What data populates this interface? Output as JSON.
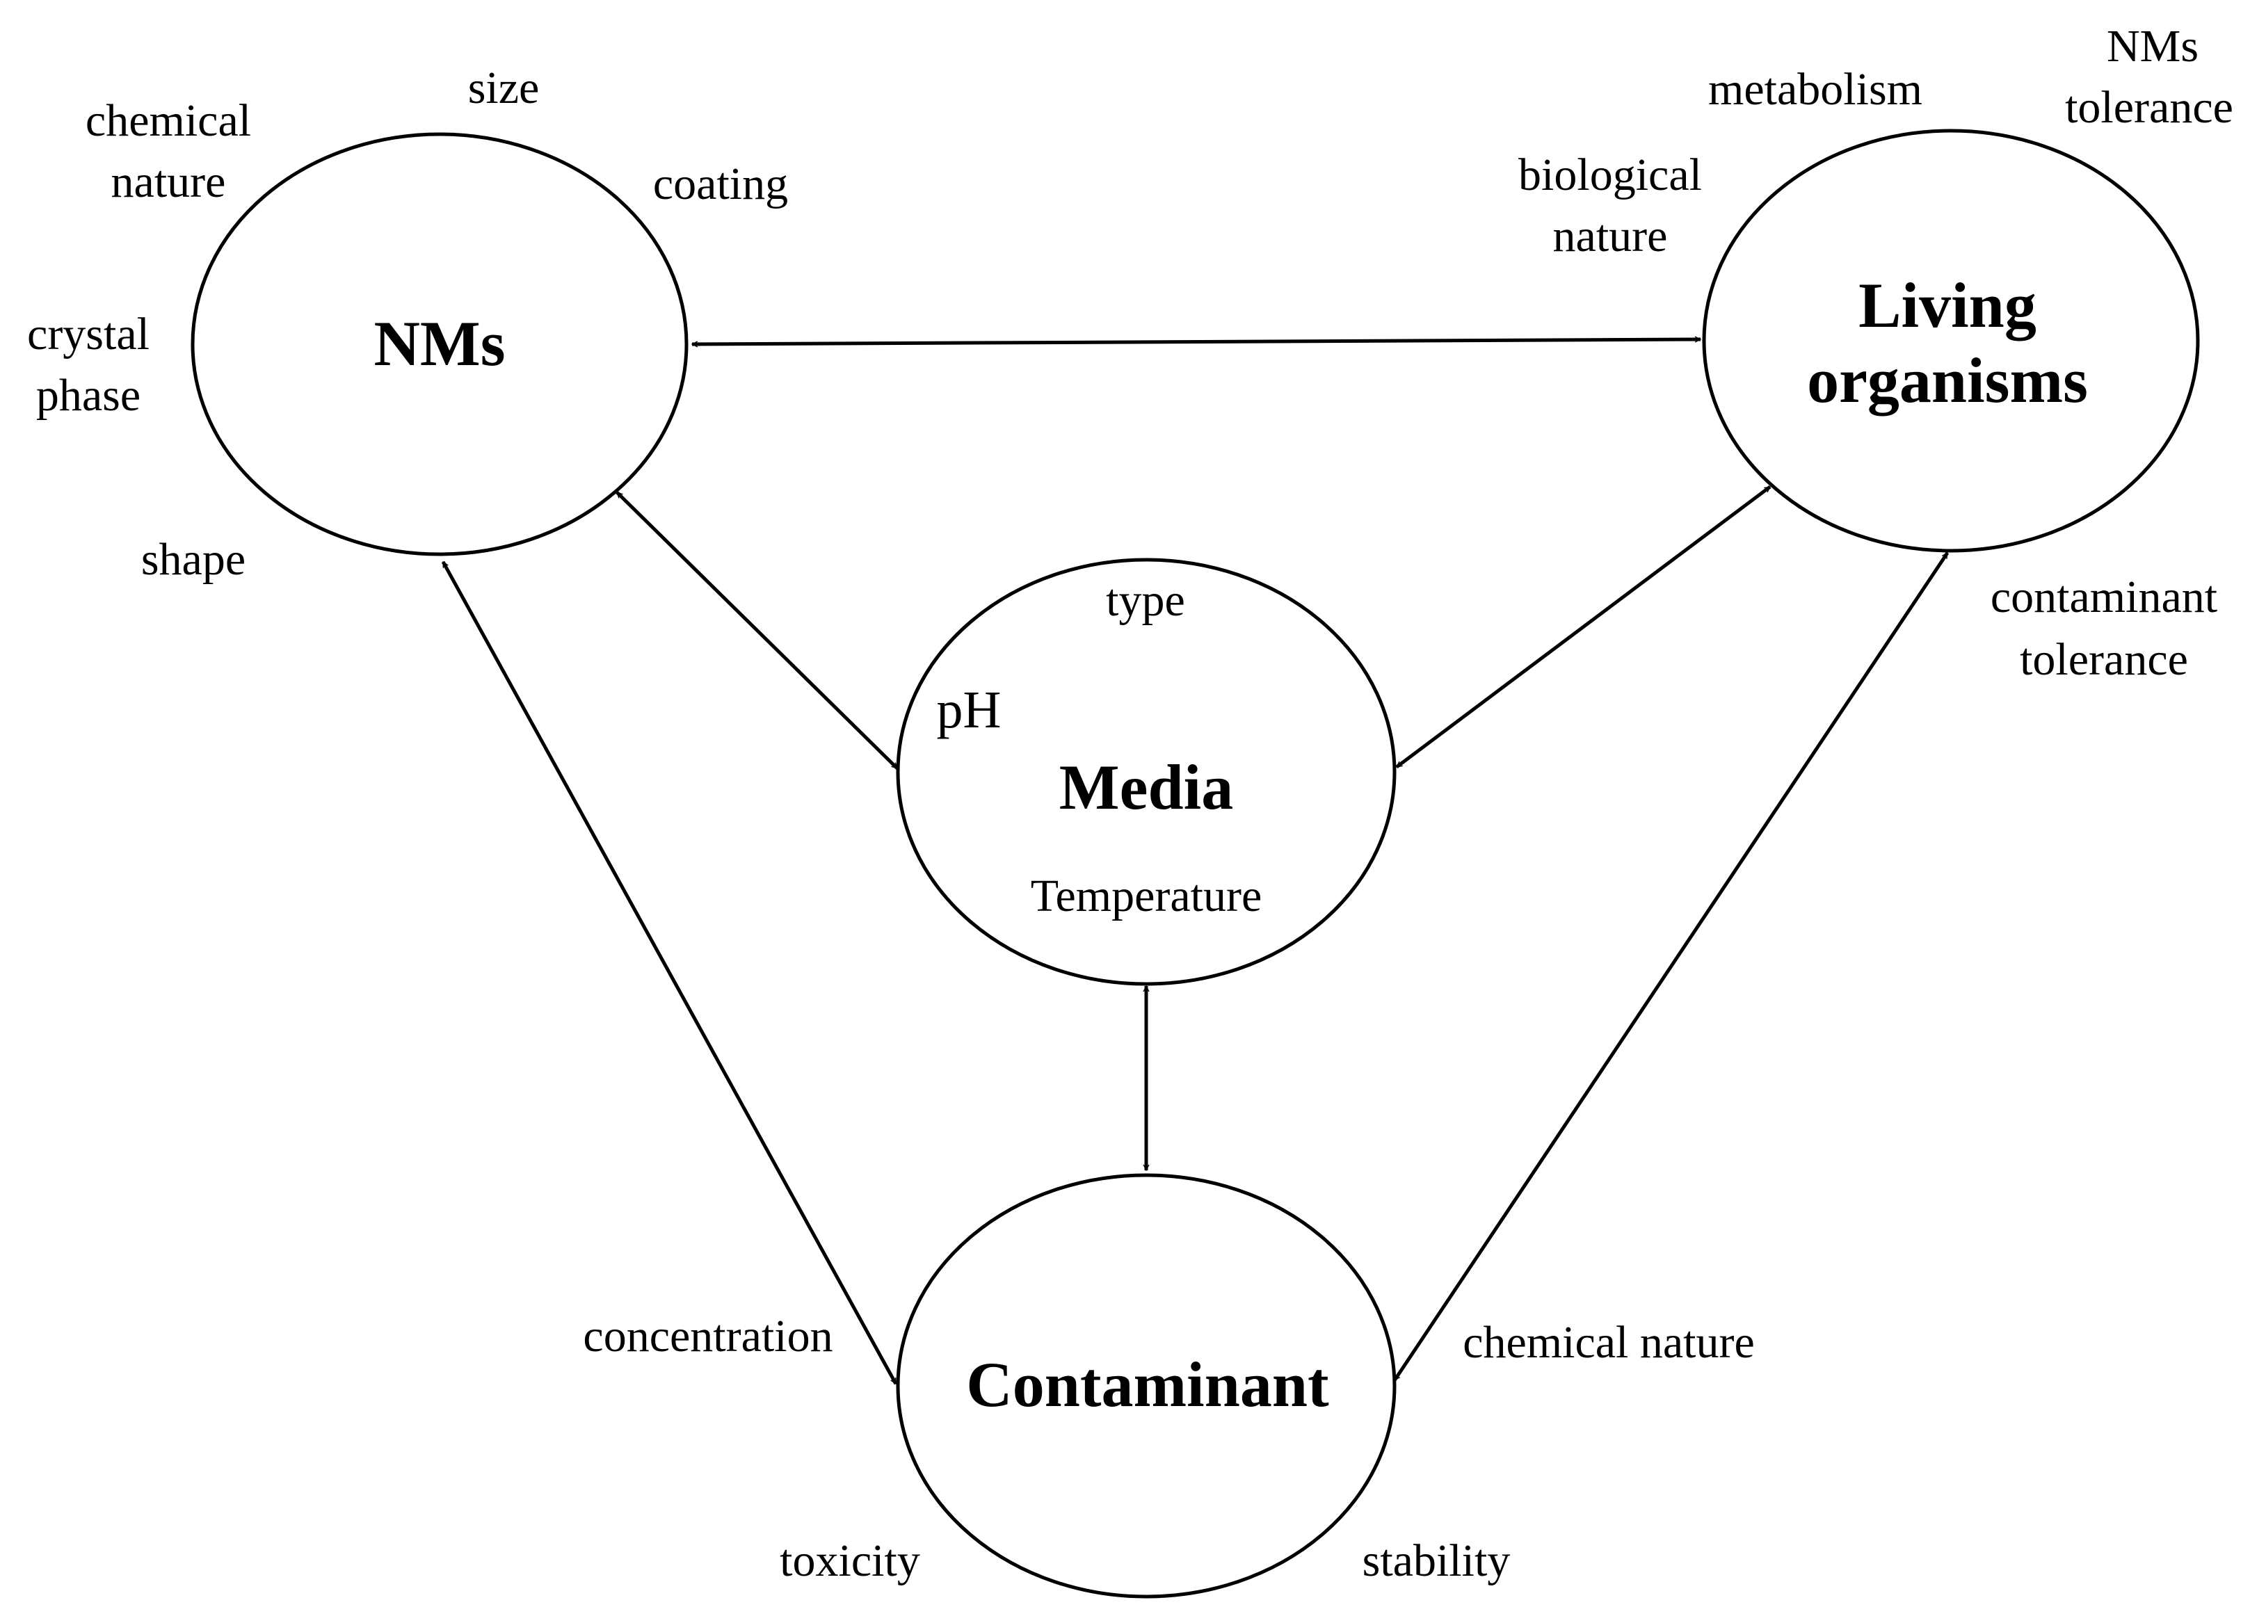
{
  "nodes": {
    "nms": {
      "title": "NMs"
    },
    "living": {
      "title_line1": "Living",
      "title_line2": "organisms"
    },
    "media": {
      "title": "Media"
    },
    "contaminant": {
      "title": "Contaminant"
    }
  },
  "attributes": {
    "nms": {
      "chemical_nature_line1": "chemical",
      "chemical_nature_line2": "nature",
      "size": "size",
      "coating": "coating",
      "crystal_phase_line1": "crystal",
      "crystal_phase_line2": "phase",
      "shape": "shape"
    },
    "living": {
      "metabolism": "metabolism",
      "nms_tolerance_line1": "NMs",
      "nms_tolerance_line2": "tolerance",
      "biological_nature_line1": "biological",
      "biological_nature_line2": "nature",
      "contaminant_tolerance_line1": "contaminant",
      "contaminant_tolerance_line2": "tolerance"
    },
    "media": {
      "type": "type",
      "ph": "pH",
      "temperature": "Temperature"
    },
    "contaminant": {
      "concentration": "concentration",
      "chemical_nature": "chemical nature",
      "toxicity": "toxicity",
      "stability": "stability"
    }
  },
  "connections": [
    {
      "from": "NMs",
      "to": "Living organisms",
      "direction": "bidirectional"
    },
    {
      "from": "NMs",
      "to": "Media",
      "direction": "bidirectional"
    },
    {
      "from": "NMs",
      "to": "Contaminant",
      "direction": "bidirectional"
    },
    {
      "from": "Living organisms",
      "to": "Media",
      "direction": "bidirectional"
    },
    {
      "from": "Living organisms",
      "to": "Contaminant",
      "direction": "bidirectional"
    },
    {
      "from": "Media",
      "to": "Contaminant",
      "direction": "bidirectional"
    }
  ]
}
